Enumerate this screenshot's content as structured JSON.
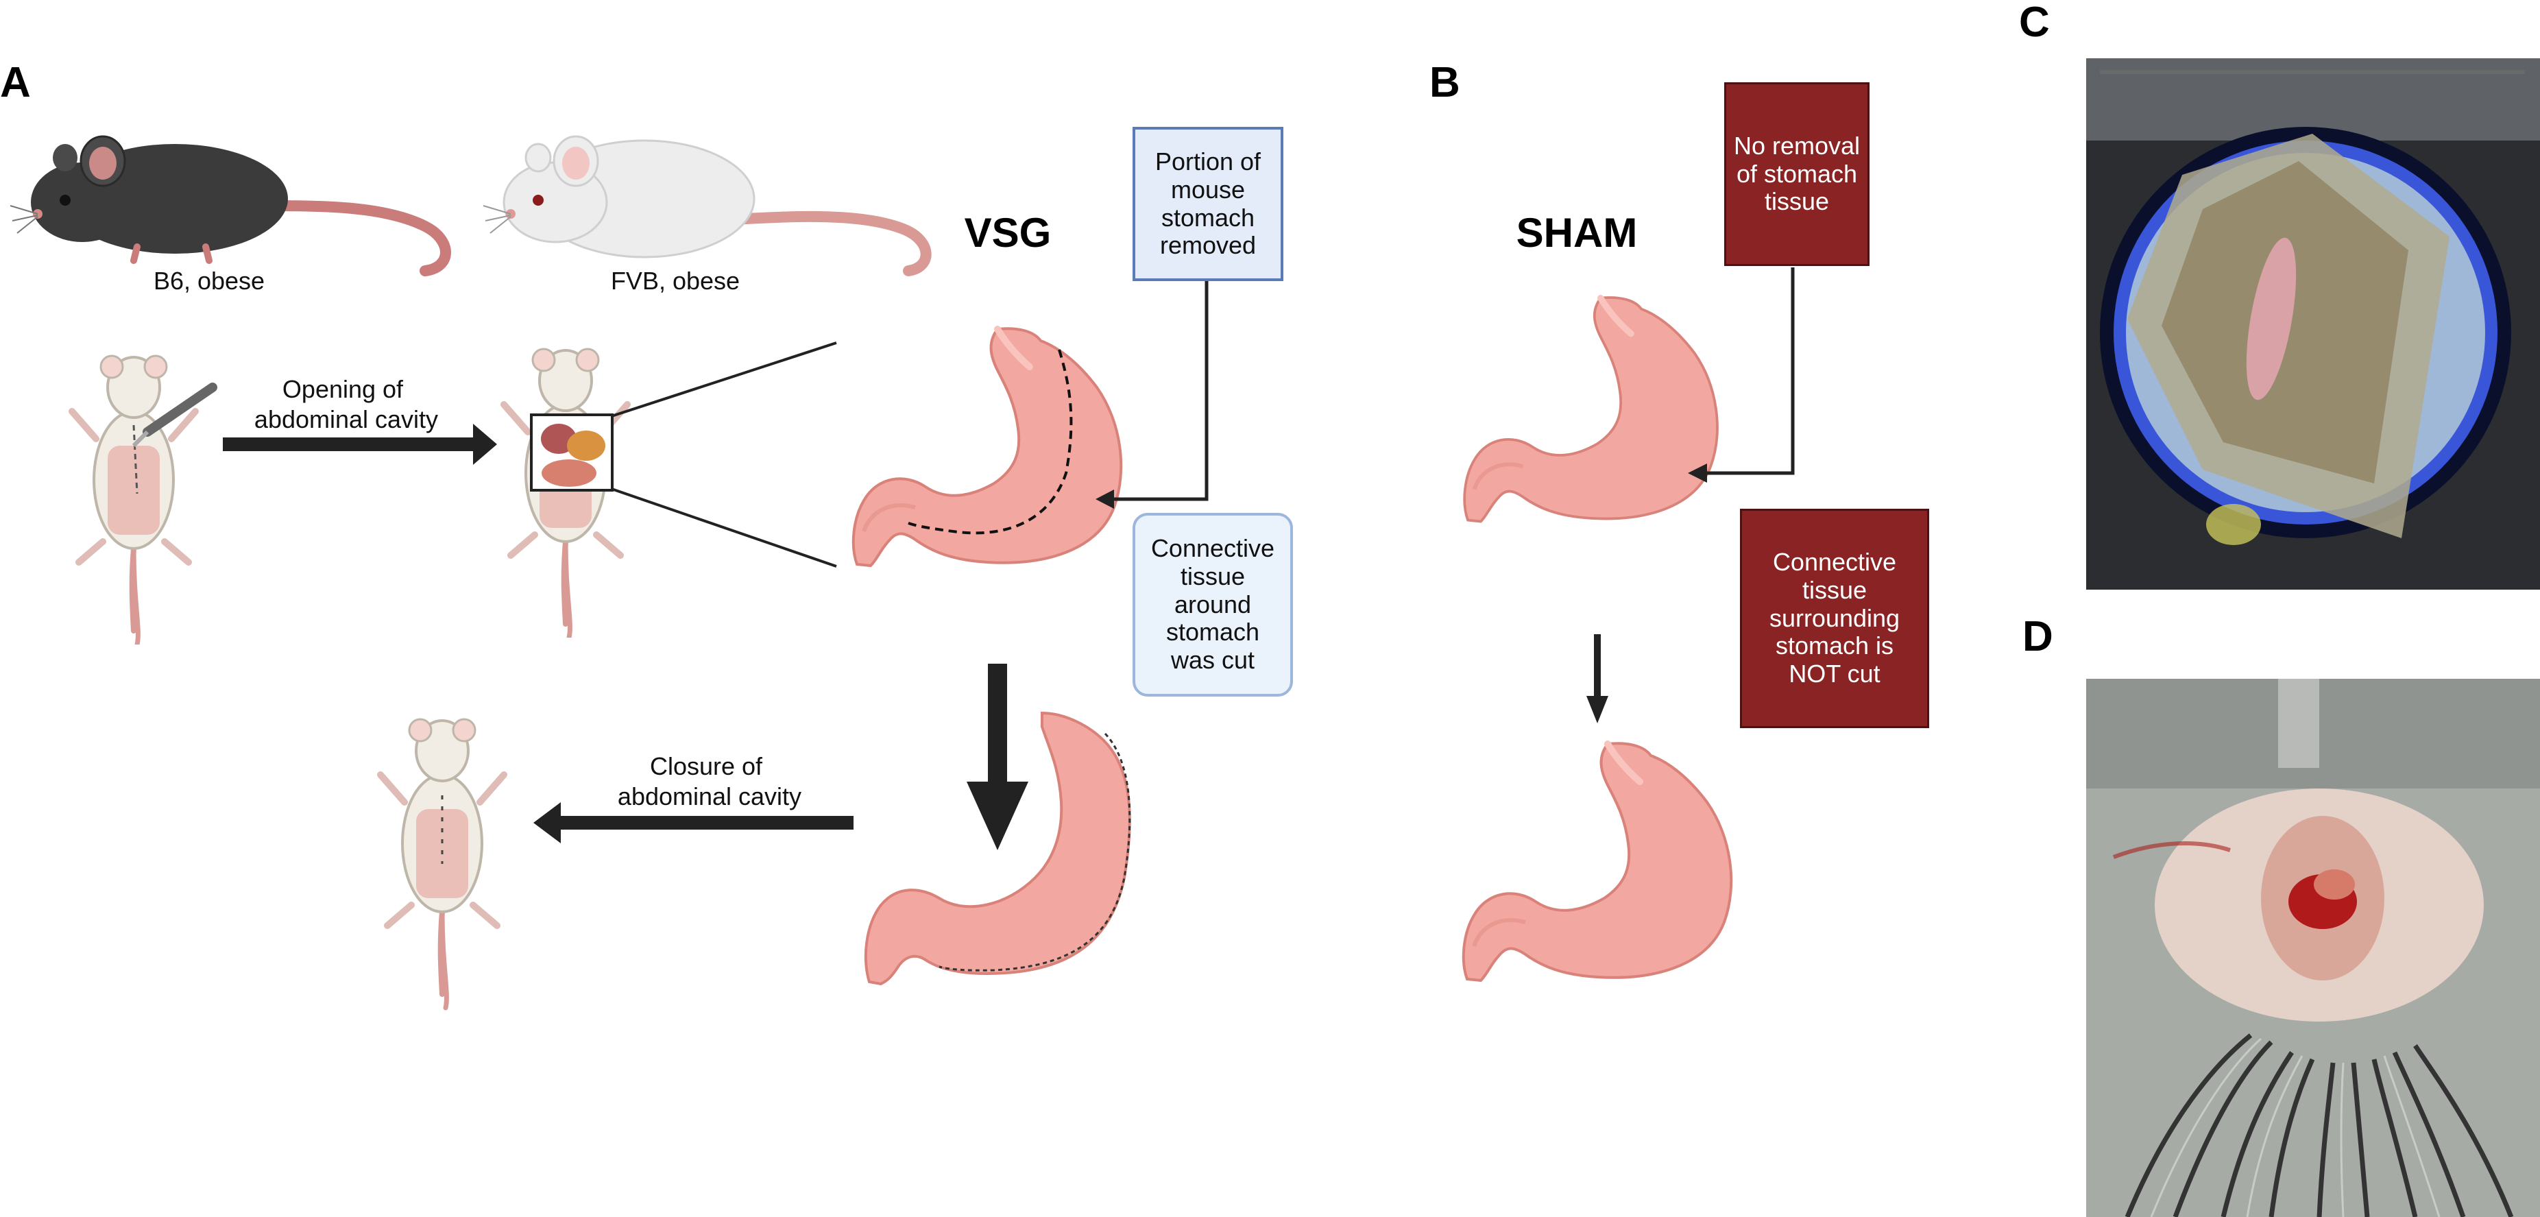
{
  "panels": {
    "a": "A",
    "b": "B",
    "c": "C",
    "d": "D"
  },
  "mice": {
    "b6_label": "B6, obese",
    "fvb_label": "FVB, obese"
  },
  "steps": {
    "opening": "Opening of\nabdominal cavity",
    "closure": "Closure of\nabdominal cavity"
  },
  "vsg": {
    "title": "VSG",
    "removed_box": "Portion of\nmouse\nstomach\nremoved",
    "connective_box": "Connective\ntissue\naround\nstomach\nwas cut"
  },
  "sham": {
    "title": "SHAM",
    "no_removal_box": "No removal\nof stomach\ntissue",
    "not_cut_box": "Connective\ntissue\nsurrounding\nstomach is\nNOT cut"
  },
  "colors": {
    "stomach": "#f2a7a0",
    "stomach_outline": "#d9827a",
    "dark_mouse": "#3b3b3b",
    "arrow": "#222222",
    "red_box": "#8a2323",
    "blue_box": "#e4ecfa"
  }
}
